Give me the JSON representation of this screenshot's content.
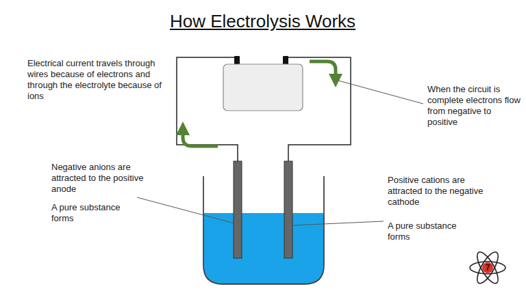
{
  "diagram": {
    "title": "How Electrolysis Works",
    "nodes": [
      {
        "text": [
          "+",
          "−"
        ]
      },
      {
        "text": [
          "+"
        ]
      },
      {
        "text": [
          "+"
        ]
      },
      {
        "text": [
          "+"
        ]
      },
      {
        "text": [
          "+"
        ]
      },
      {
        "text": [
          "+"
        ]
      },
      {
        "text": [
          "−"
        ]
      },
      {
        "text": [
          "−"
        ]
      },
      {
        "text": [
          "−"
        ]
      },
      {
        "text": [
          "−"
        ]
      }
    ],
    "labels": [
      "Electrical current travels through wires because of electrons and through the electrolyte because of ions",
      "When the circuit is complete electrons flow from negative to positive",
      "Negative anions are attracted to the positive anode",
      "A pure substance forms",
      "Positive cations are attracted to the negative cathode",
      "A pure substance forms",
      "7"
    ]
  }
}
